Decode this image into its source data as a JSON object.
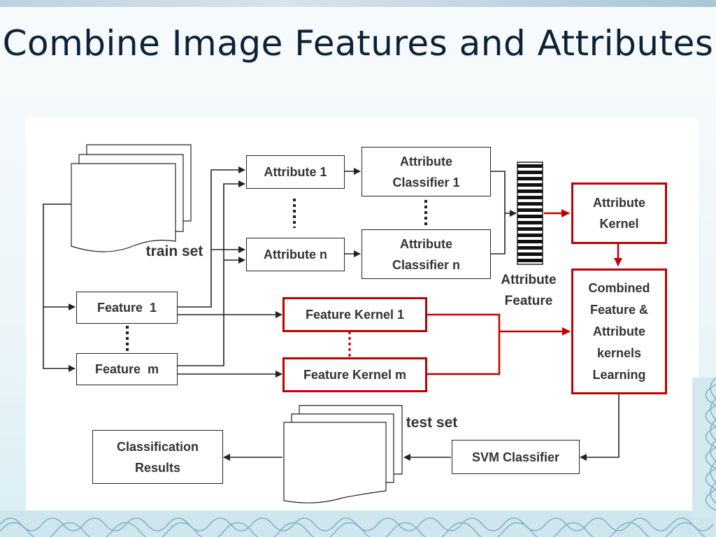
{
  "slide": {
    "title": "Combine Image Features and Attributes"
  },
  "diagram": {
    "attribute_1": "Attribute 1",
    "attribute_n": "Attribute n",
    "attribute_classifier_1": "Attribute Classifier 1",
    "attribute_classifier_n": "Attribute Classifier n",
    "attribute_feature": "Attribute Feature",
    "attribute_kernel": "Attribute Kernel",
    "combined": "Combined Feature & Attribute kernels Learning",
    "feature_1": "Feature  1",
    "feature_m": "Feature  m",
    "feature_kernel_1": "Feature Kernel 1",
    "feature_kernel_m": "Feature Kernel m",
    "train_set": "train set",
    "test_set": "test set",
    "svm_classifier": "SVM Classifier",
    "classification_results": "Classification Results"
  },
  "colors": {
    "red": "#c00000",
    "line": "#222222",
    "title": "#0b2238"
  }
}
